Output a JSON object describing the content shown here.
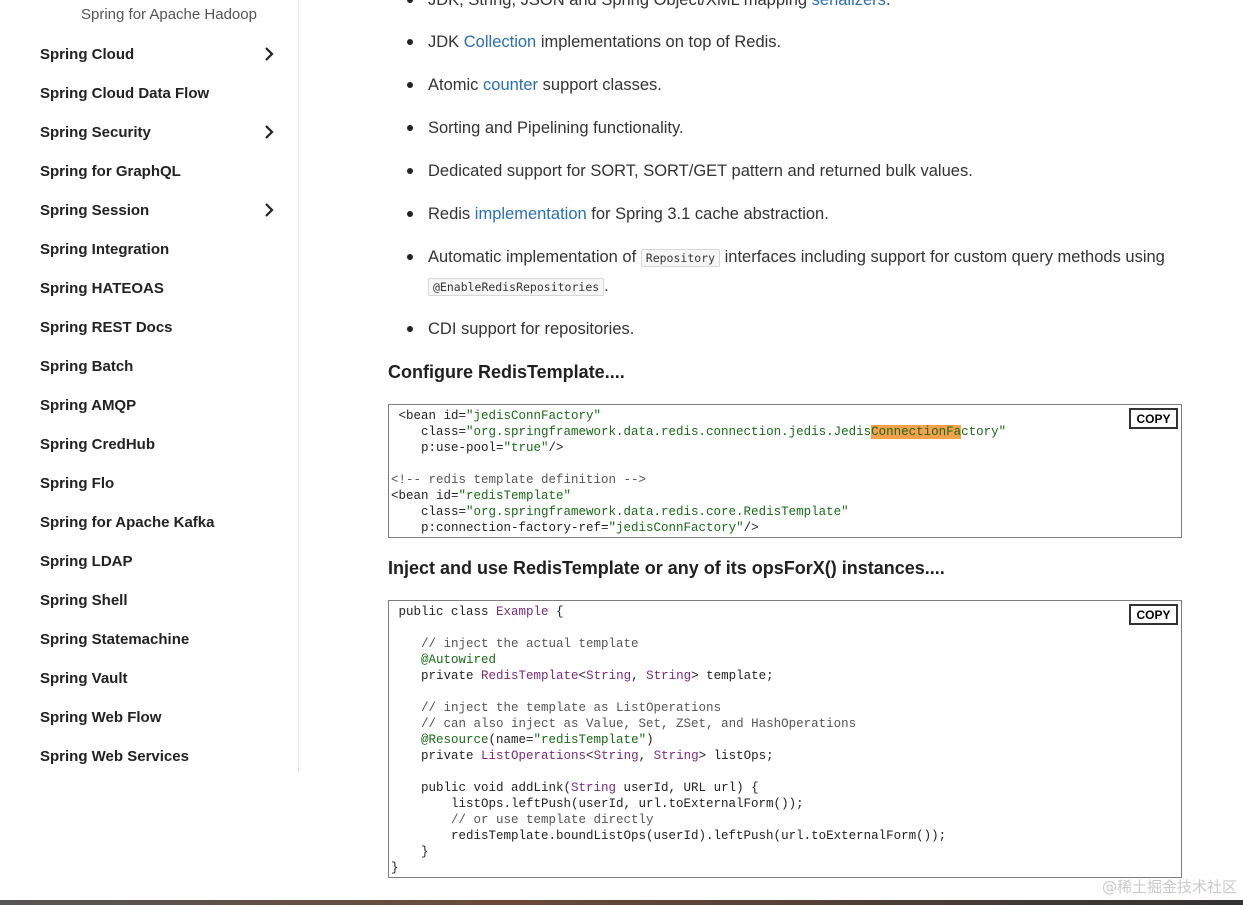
{
  "sidebar": {
    "top_item": "Spring for Apache Hadoop",
    "items": [
      {
        "label": "Spring Cloud",
        "chevron": true
      },
      {
        "label": "Spring Cloud Data Flow",
        "chevron": false
      },
      {
        "label": "Spring Security",
        "chevron": true
      },
      {
        "label": "Spring for GraphQL",
        "chevron": false
      },
      {
        "label": "Spring Session",
        "chevron": true
      },
      {
        "label": "Spring Integration",
        "chevron": false
      },
      {
        "label": "Spring HATEOAS",
        "chevron": false
      },
      {
        "label": "Spring REST Docs",
        "chevron": false
      },
      {
        "label": "Spring Batch",
        "chevron": false
      },
      {
        "label": "Spring AMQP",
        "chevron": false
      },
      {
        "label": "Spring CredHub",
        "chevron": false
      },
      {
        "label": "Spring Flo",
        "chevron": false
      },
      {
        "label": "Spring for Apache Kafka",
        "chevron": false
      },
      {
        "label": "Spring LDAP",
        "chevron": false
      },
      {
        "label": "Spring Shell",
        "chevron": false
      },
      {
        "label": "Spring Statemachine",
        "chevron": false
      },
      {
        "label": "Spring Vault",
        "chevron": false
      },
      {
        "label": "Spring Web Flow",
        "chevron": false
      },
      {
        "label": "Spring Web Services",
        "chevron": false
      }
    ]
  },
  "features": {
    "f0_pre": "JDK, String, JSON and Spring Object/XML mapping ",
    "f0_link": "serializers",
    "f0_post": ".",
    "f1_pre": "JDK ",
    "f1_link": "Collection",
    "f1_post": " implementations on top of Redis.",
    "f2_pre": "Atomic ",
    "f2_link": "counter",
    "f2_post": " support classes.",
    "f3": "Sorting and Pipelining functionality.",
    "f4": "Dedicated support for SORT, SORT/GET pattern and returned bulk values.",
    "f5_pre": "Redis ",
    "f5_link": "implementation",
    "f5_post": " for Spring 3.1 cache abstraction.",
    "f6_pre": "Automatic implementation of ",
    "f6_code1": "Repository",
    "f6_mid": " interfaces including support for custom query methods using ",
    "f6_code2": "@EnableRedisRepositories",
    "f6_post": ".",
    "f7": "CDI support for repositories."
  },
  "section1": {
    "heading": "Configure RedisTemplate....",
    "copy_label": "COPY"
  },
  "section2": {
    "heading": "Inject and use RedisTemplate or any of its opsForX() instances....",
    "copy_label": "COPY"
  },
  "watermark": "@稀土掘金技术社区"
}
